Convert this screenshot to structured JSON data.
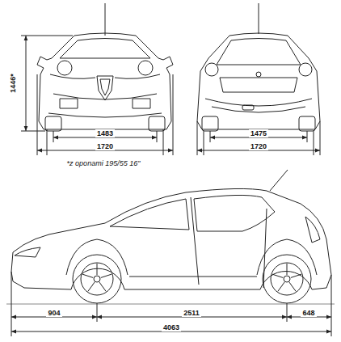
{
  "diagram": {
    "labels": [
      "1446*",
      "1483",
      "1720",
      "1475",
      "1720",
      "*z oponami 195/55 16\"",
      "904",
      "2511",
      "648",
      "4063"
    ]
  }
}
